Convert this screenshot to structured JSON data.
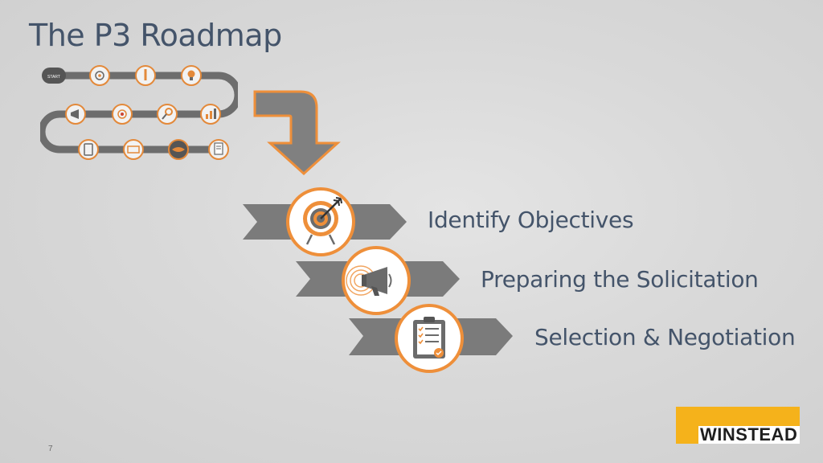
{
  "slide": {
    "title": "The P3 Roadmap",
    "page_number": "7"
  },
  "roadmap": {
    "start_label": "START",
    "icons": [
      "start-badge",
      "target-icon",
      "pen-icon",
      "lightbulb-icon",
      "megaphone-icon",
      "bullseye-icon",
      "magnifier-icon",
      "bar-chart-icon",
      "tablet-icon",
      "money-icon",
      "handshake-icon",
      "contract-icon"
    ]
  },
  "steps": [
    {
      "label": "Identify Objectives",
      "icon": "target-with-arrow-icon"
    },
    {
      "label": "Preparing the Solicitation",
      "icon": "megaphone-icon"
    },
    {
      "label": "Selection & Negotiation",
      "icon": "clipboard-checklist-icon"
    }
  ],
  "logo": {
    "text": "WINSTEAD",
    "color": "#f5b21b"
  },
  "colors": {
    "accent_orange": "#ee8f3a",
    "banner_gray": "#7b7b7b",
    "title_blue": "#44546a"
  }
}
